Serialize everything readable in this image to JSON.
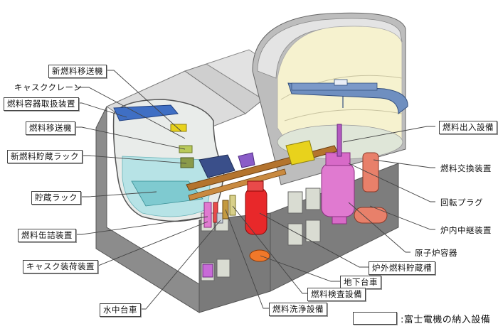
{
  "diagram": {
    "subject": "fuel handling facility cutaway",
    "labels_left": [
      {
        "id": "new-fuel-transfer-machine",
        "text": "新燃料移送機",
        "boxed": true
      },
      {
        "id": "cask-crane",
        "text": "キャスククレーン",
        "boxed": false
      },
      {
        "id": "fuel-container-handling-device",
        "text": "燃料容器取扱装置",
        "boxed": true
      },
      {
        "id": "fuel-transfer-machine",
        "text": "燃料移送機",
        "boxed": true
      },
      {
        "id": "new-fuel-storage-rack",
        "text": "新燃料貯蔵ラック",
        "boxed": true
      },
      {
        "id": "storage-rack",
        "text": "貯蔵ラック",
        "boxed": true
      },
      {
        "id": "fuel-canning-device",
        "text": "燃料缶詰装置",
        "boxed": true
      },
      {
        "id": "cask-loading-device",
        "text": "キャスク装荷装置",
        "boxed": true
      },
      {
        "id": "underwater-cart",
        "text": "水中台車",
        "boxed": true
      }
    ],
    "labels_right": [
      {
        "id": "fuel-in-out-facility",
        "text": "燃料出入設備",
        "boxed": true
      },
      {
        "id": "fuel-exchange-device",
        "text": "燃料交換装置",
        "boxed": false
      },
      {
        "id": "rotating-plug",
        "text": "回転プラグ",
        "boxed": false
      },
      {
        "id": "in-vessel-transfer-device",
        "text": "炉内中継装置",
        "boxed": false
      },
      {
        "id": "reactor-vessel",
        "text": "原子炉容器",
        "boxed": false
      },
      {
        "id": "ex-vessel-fuel-storage-tank",
        "text": "炉外燃料貯蔵槽",
        "boxed": true
      },
      {
        "id": "underground-cart",
        "text": "地下台車",
        "boxed": true
      },
      {
        "id": "fuel-inspection-facility",
        "text": "燃料検査設備",
        "boxed": true
      },
      {
        "id": "fuel-washing-facility",
        "text": "燃料洗浄設備",
        "boxed": true
      }
    ],
    "legend": {
      "text": ":富士電機の納入設備"
    },
    "colors": {
      "concrete_light": "#d4d4d4",
      "concrete_mid": "#a9a9a9",
      "concrete_dark": "#6e6e6e",
      "dome_interior": "#f6f2cf",
      "pool_water": "#b7e3e6",
      "crane_blue": "#3f6fc4",
      "polar_crane": "#6f8fc0",
      "rail_brown": "#b4742e",
      "yellow_device": "#e8d21c",
      "red_tank": "#e8282a",
      "pink_vessel": "#e07ad0",
      "salmon_device": "#e8806a",
      "orange_tank": "#f0782a",
      "purple_device": "#8a5cc8",
      "navy_device": "#3a4f8a"
    }
  }
}
